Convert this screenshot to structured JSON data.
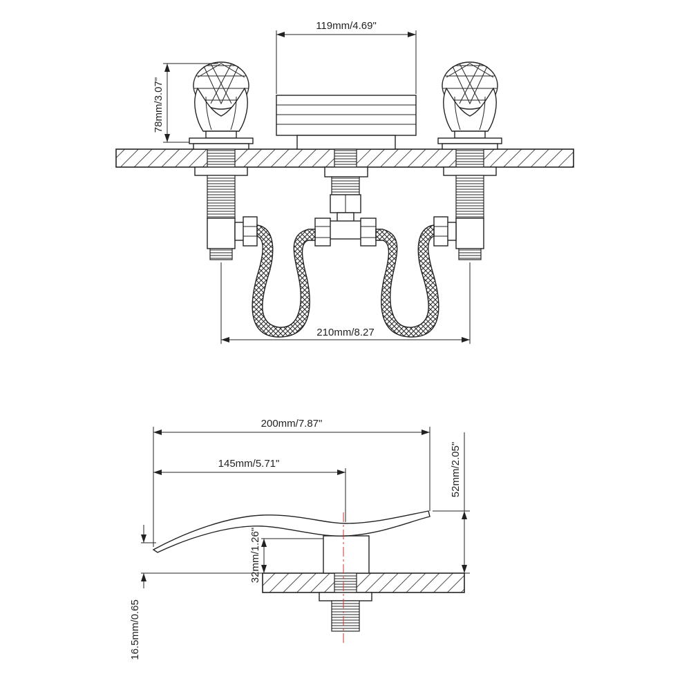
{
  "top_view": {
    "spout_width": "119mm/4.69\"",
    "handle_height": "78mm/3.07\"",
    "center_spread": "210mm/8.27"
  },
  "side_view": {
    "total_length": "200mm/7.87\"",
    "reach": "145mm/5.71\"",
    "total_height": "52mm/2.05\"",
    "spout_height": "32mm/1.26\"",
    "lip_thickness": "16.5mm/0.65"
  },
  "colors": {
    "line": "#222222",
    "centerline": "#cc3333"
  }
}
